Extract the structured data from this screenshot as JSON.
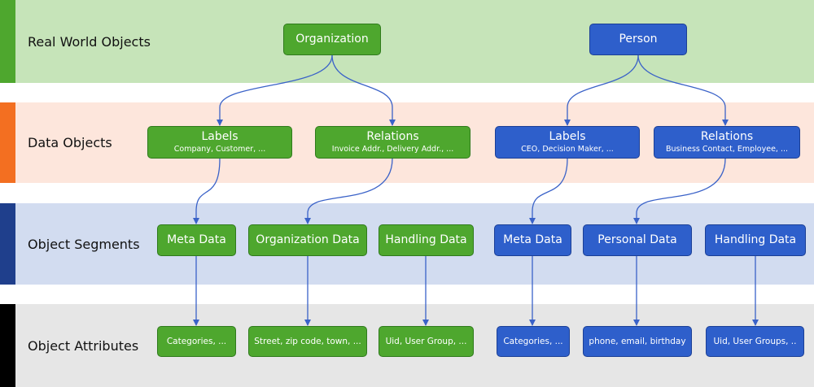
{
  "bands": {
    "real_world": {
      "label": "Real World Objects",
      "bg": "#c6e4b9",
      "bar": "#4ea72e"
    },
    "data_objects": {
      "label": "Data Objects",
      "bg": "#fde6dc",
      "bar": "#f36f21"
    },
    "object_segments": {
      "label": "Object Segments",
      "bg": "#d2dcf0",
      "bar": "#1f3f8c"
    },
    "object_attributes": {
      "label": "Object Attributes",
      "bg": "#e6e6e6",
      "bar": "#000000"
    }
  },
  "organization": {
    "title": "Organization",
    "labels": {
      "title": "Labels",
      "subtitle": "Company, Customer, ..."
    },
    "relations": {
      "title": "Relations",
      "subtitle": "Invoice Addr., Delivery Addr., ..."
    },
    "segments": {
      "meta": "Meta Data",
      "organization": "Organization Data",
      "handling": "Handling Data"
    },
    "attributes": {
      "meta": "Categories, ...",
      "organization": "Street, zip code, town, ...",
      "handling": "Uid, User Group, ..."
    }
  },
  "person": {
    "title": "Person",
    "labels": {
      "title": "Labels",
      "subtitle": "CEO, Decision Maker, ..."
    },
    "relations": {
      "title": "Relations",
      "subtitle": "Business Contact, Employee, ..."
    },
    "segments": {
      "meta": "Meta Data",
      "personal": "Personal Data",
      "handling": "Handling Data"
    },
    "attributes": {
      "meta": "Categories, ...",
      "personal": "phone, email, birthday",
      "handling": "Uid, User Groups, .."
    }
  },
  "colors": {
    "organization_fill": "#4ea72e",
    "person_fill": "#2e5fcb",
    "arrow": "#3a62c8"
  }
}
